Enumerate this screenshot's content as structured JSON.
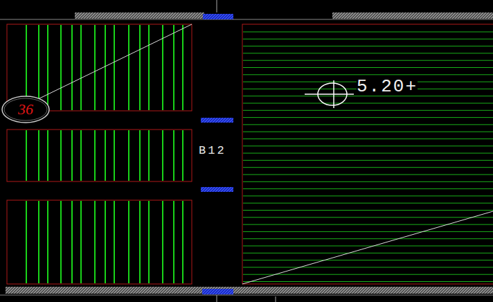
{
  "diagram": {
    "nodes": [
      {
        "text": [
          "36"
        ]
      }
    ],
    "labels": [
      "B12",
      "5.20+"
    ]
  }
}
